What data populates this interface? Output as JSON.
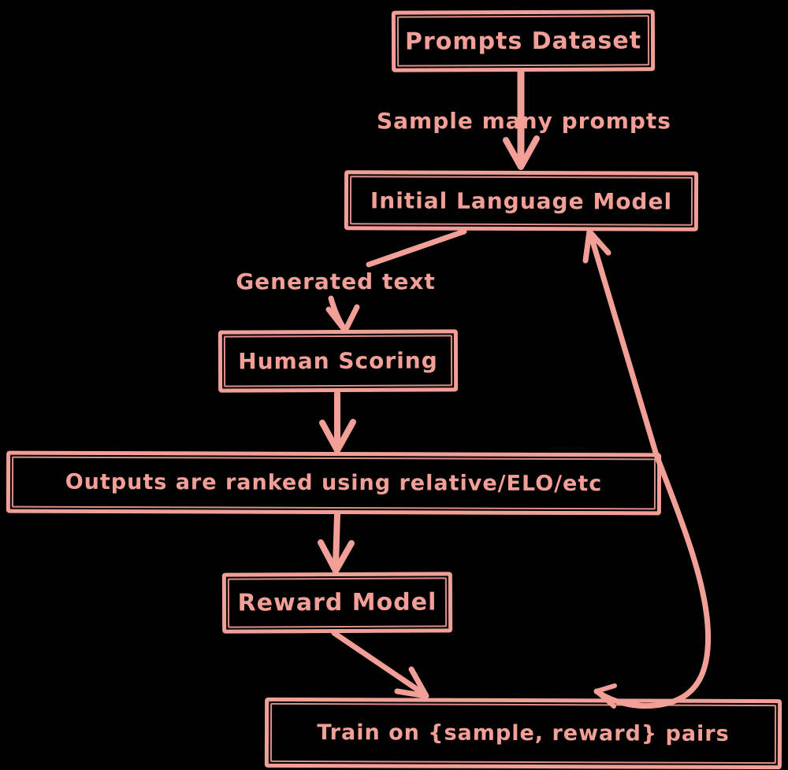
{
  "canvas": {
    "background": "#000000",
    "ink": "#F2A097",
    "style": "hand-drawn flowchart"
  },
  "diagram": {
    "type": "flowchart",
    "nodes": {
      "prompts_dataset": {
        "label": "Prompts Dataset"
      },
      "initial_language_model": {
        "label": "Initial Language Model"
      },
      "human_scoring": {
        "label": "Human Scoring"
      },
      "outputs_ranked": {
        "label": "Outputs are ranked using relative/ELO/etc"
      },
      "reward_model": {
        "label": "Reward Model"
      },
      "train_pairs": {
        "label": "Train on {sample, reward} pairs"
      }
    },
    "edge_labels": {
      "sample_many_prompts": "Sample many prompts",
      "generated_text": "Generated text"
    },
    "edges": [
      {
        "from": "prompts_dataset",
        "to": "initial_language_model",
        "label": "Sample many prompts",
        "arrowhead": true,
        "shape": "straight"
      },
      {
        "from": "initial_language_model",
        "to": "generated_text_label",
        "label": "Generated text",
        "arrowhead": false,
        "shape": "straight"
      },
      {
        "from": "generated_text_label",
        "to": "human_scoring",
        "label": "",
        "arrowhead": true,
        "shape": "straight"
      },
      {
        "from": "human_scoring",
        "to": "outputs_ranked",
        "label": "",
        "arrowhead": true,
        "shape": "straight"
      },
      {
        "from": "outputs_ranked",
        "to": "reward_model",
        "label": "",
        "arrowhead": true,
        "shape": "straight"
      },
      {
        "from": "reward_model",
        "to": "train_pairs",
        "label": "",
        "arrowhead": true,
        "shape": "straight"
      },
      {
        "from": "train_pairs",
        "to": "initial_language_model",
        "label": "",
        "arrowhead": true,
        "shape": "curved"
      }
    ]
  }
}
